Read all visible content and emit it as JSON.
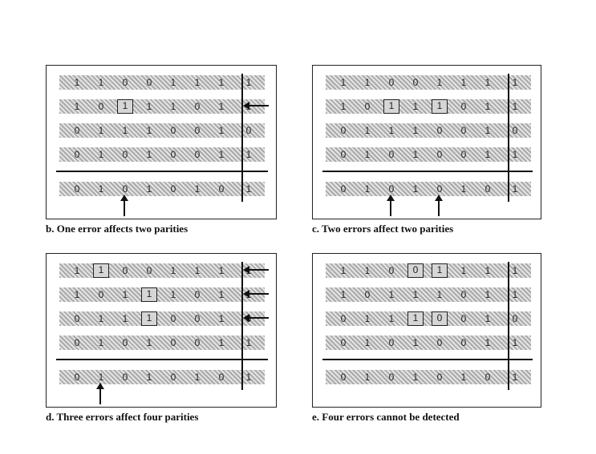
{
  "panels": [
    {
      "id": "b",
      "caption": "b. One error affects two parities",
      "rows": [
        [
          "1",
          "1",
          "0",
          "0",
          "1",
          "1",
          "1",
          "1"
        ],
        [
          "1",
          "0",
          "1",
          "1",
          "1",
          "0",
          "1",
          "1"
        ],
        [
          "0",
          "1",
          "1",
          "1",
          "0",
          "0",
          "1",
          "0"
        ],
        [
          "0",
          "1",
          "0",
          "1",
          "0",
          "0",
          "1",
          "1"
        ]
      ],
      "parity_row": [
        "0",
        "1",
        "0",
        "1",
        "0",
        "1",
        "0",
        "1"
      ],
      "boxed": [
        [
          1,
          2
        ]
      ],
      "row_arrows": [
        1
      ],
      "col_arrows": [
        2
      ]
    },
    {
      "id": "c",
      "caption": "c. Two errors affect two parities",
      "rows": [
        [
          "1",
          "1",
          "0",
          "0",
          "1",
          "1",
          "1",
          "1"
        ],
        [
          "1",
          "0",
          "1",
          "1",
          "1",
          "0",
          "1",
          "1"
        ],
        [
          "0",
          "1",
          "1",
          "1",
          "0",
          "0",
          "1",
          "0"
        ],
        [
          "0",
          "1",
          "0",
          "1",
          "0",
          "0",
          "1",
          "1"
        ]
      ],
      "parity_row": [
        "0",
        "1",
        "0",
        "1",
        "0",
        "1",
        "0",
        "1"
      ],
      "boxed": [
        [
          1,
          2
        ],
        [
          1,
          4
        ]
      ],
      "row_arrows": [],
      "col_arrows": [
        2,
        4
      ]
    },
    {
      "id": "d",
      "caption": "d. Three errors affect four parities",
      "rows": [
        [
          "1",
          "1",
          "0",
          "0",
          "1",
          "1",
          "1",
          "1"
        ],
        [
          "1",
          "0",
          "1",
          "1",
          "1",
          "0",
          "1",
          "1"
        ],
        [
          "0",
          "1",
          "1",
          "1",
          "0",
          "0",
          "1",
          "0"
        ],
        [
          "0",
          "1",
          "0",
          "1",
          "0",
          "0",
          "1",
          "1"
        ]
      ],
      "parity_row": [
        "0",
        "1",
        "0",
        "1",
        "0",
        "1",
        "0",
        "1"
      ],
      "boxed": [
        [
          0,
          1
        ],
        [
          1,
          3
        ],
        [
          2,
          3
        ]
      ],
      "row_arrows": [
        0,
        1,
        2
      ],
      "col_arrows": [
        1
      ]
    },
    {
      "id": "e",
      "caption": "e. Four errors cannot be detected",
      "rows": [
        [
          "1",
          "1",
          "0",
          "0",
          "1",
          "1",
          "1",
          "1"
        ],
        [
          "1",
          "0",
          "1",
          "1",
          "1",
          "0",
          "1",
          "1"
        ],
        [
          "0",
          "1",
          "1",
          "1",
          "0",
          "0",
          "1",
          "0"
        ],
        [
          "0",
          "1",
          "0",
          "1",
          "0",
          "0",
          "1",
          "1"
        ]
      ],
      "parity_row": [
        "0",
        "1",
        "0",
        "1",
        "0",
        "1",
        "0",
        "1"
      ],
      "boxed": [
        [
          0,
          3
        ],
        [
          0,
          4
        ],
        [
          2,
          3
        ],
        [
          2,
          4
        ]
      ],
      "row_arrows": [],
      "col_arrows": []
    }
  ]
}
